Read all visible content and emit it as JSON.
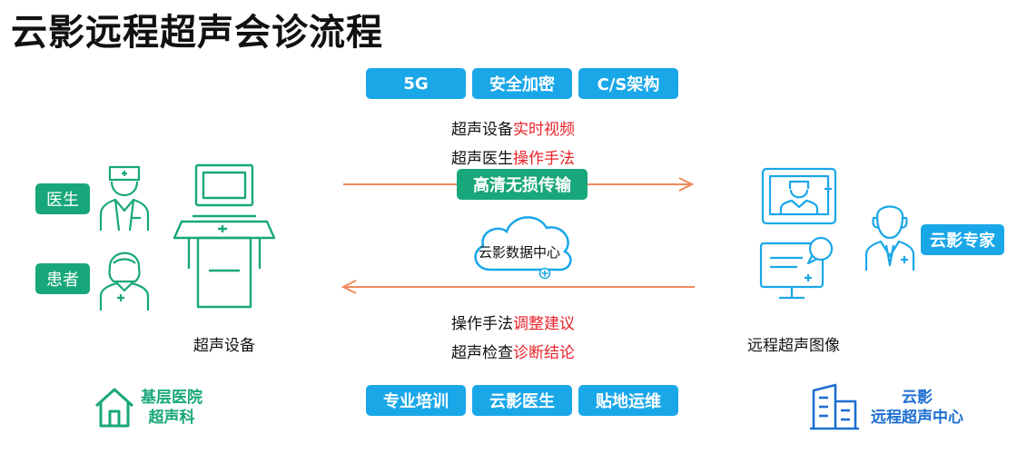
{
  "title": "云影远程超声会诊流程",
  "top_pills": [
    "5G",
    "安全加密",
    "C/S架构"
  ],
  "bottom_pills": [
    "专业培训",
    "云影医生",
    "贴地运维"
  ],
  "upper_lines": [
    {
      "prefix": "超声设备",
      "highlight": "实时视频"
    },
    {
      "prefix": "超声医生",
      "highlight": "操作手法"
    }
  ],
  "transfer_label": "高清无损传输",
  "cloud_label": "云影数据中心",
  "lower_lines": [
    {
      "prefix": "操作手法",
      "highlight": "调整建议"
    },
    {
      "prefix": "超声检查",
      "highlight": "诊断结论"
    }
  ],
  "left": {
    "doctor_tag": "医生",
    "patient_tag": "患者",
    "device_label": "超声设备",
    "hospital_line1": "基层医院",
    "hospital_line2": "超声科"
  },
  "right": {
    "expert_tag": "云影专家",
    "image_label": "远程超声图像",
    "center_line1": "云影",
    "center_line2": "远程超声中心"
  },
  "colors": {
    "blue": "#1aa7e8",
    "green": "#18a77a",
    "red": "#e8232a",
    "arrow": "#f08a5d",
    "hospital_blue": "#1d6fd0"
  }
}
